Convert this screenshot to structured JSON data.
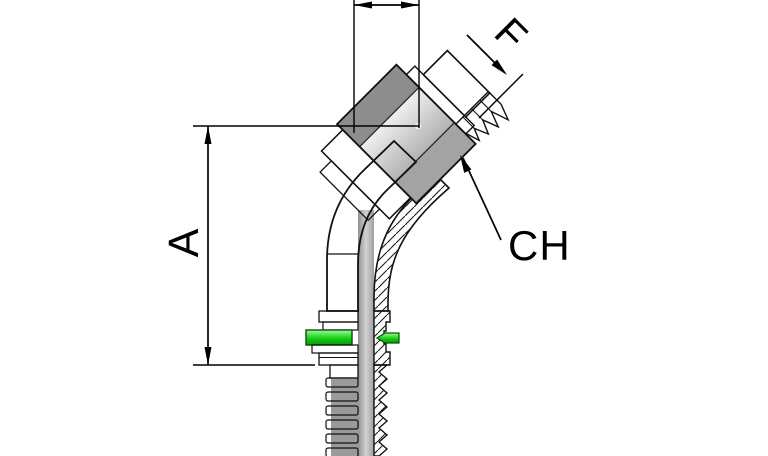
{
  "page": {
    "background": "#ffffff",
    "type": "technical-drawing",
    "subject": "45-degree elbow hydraulic hose fitting, female swivel end, half-section view"
  },
  "labels": {
    "a": "A",
    "f": "F",
    "ch": "CH"
  },
  "colors": {
    "outline": "#000000",
    "metal_highlight": "#ffffff",
    "metal_light": "#e6e6e6",
    "metal_mid": "#b5b5b5",
    "metal_dark": "#4f4f4f",
    "hex_facet_dark": "#8d8d8d",
    "section_fill": "#d9d9d9",
    "seal_ring_green": "#2fd42f"
  }
}
